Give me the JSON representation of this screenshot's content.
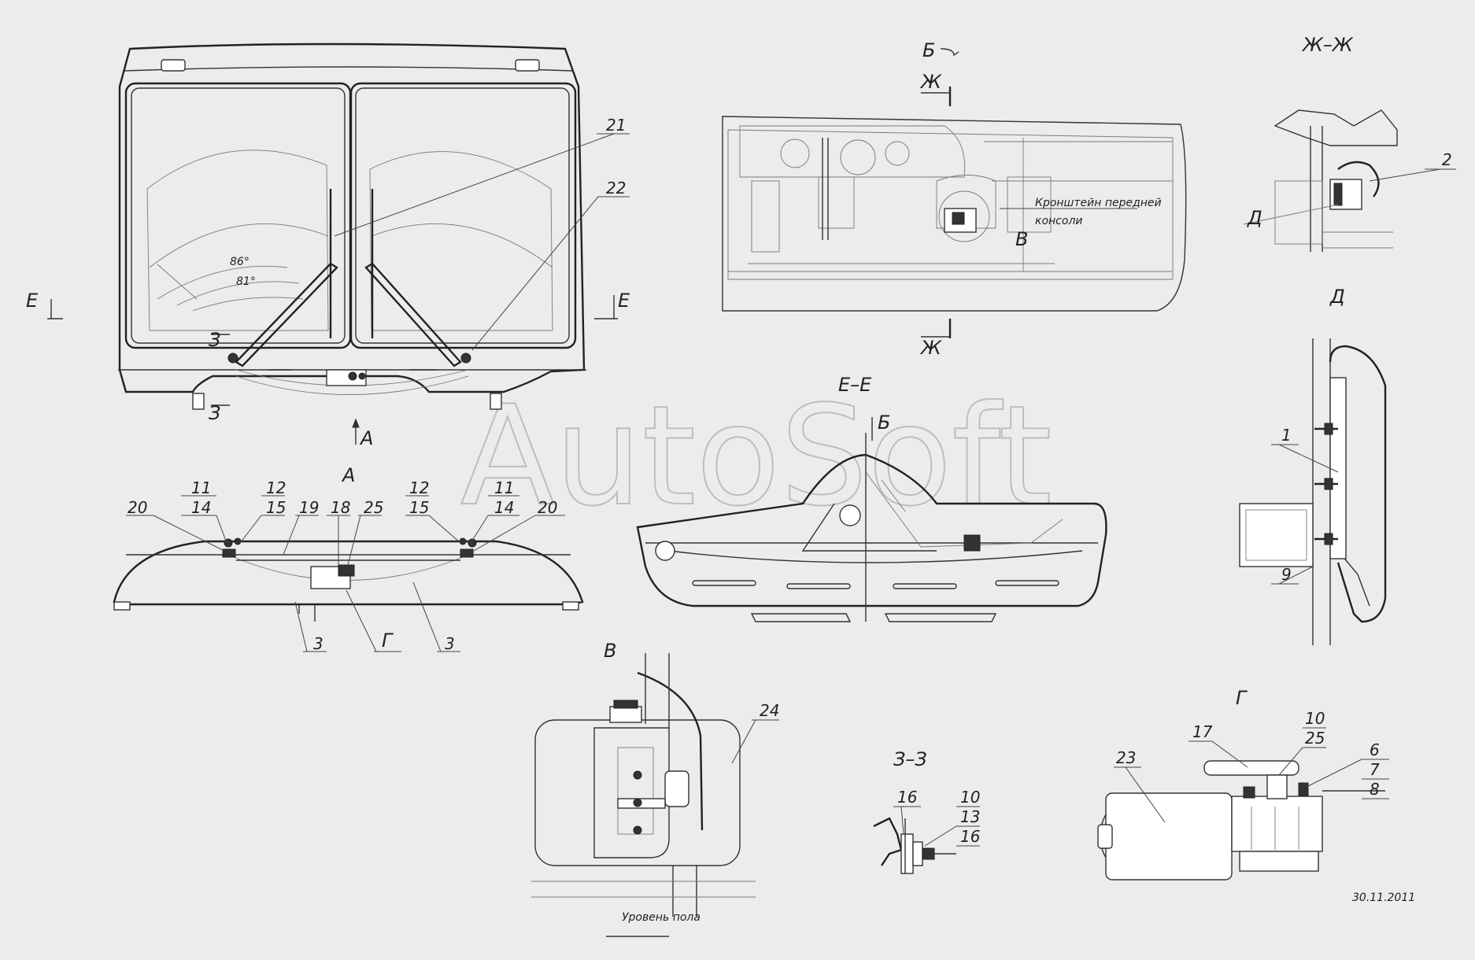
{
  "drawing": {
    "watermark": "AutoSoft",
    "date": "30.11.2011"
  },
  "views": {
    "front": {
      "label_A": "А",
      "label_E_left": "Е",
      "label_E_right": "Е",
      "label_Z_top": "З",
      "label_Z_bottom": "З",
      "angle_86": "86°",
      "angle_81": "81°"
    },
    "view_A": {
      "title": "А",
      "label_G": "Г"
    },
    "top_view": {
      "label_B_arrow": "Б",
      "label_Zh_top": "Ж",
      "label_Zh_bottom": "Ж",
      "label_V": "В",
      "note_line1": "Кронштейн передней",
      "note_line2": "консоли"
    },
    "section_ZhZh": {
      "title": "Ж–Ж",
      "label_D": "Д"
    },
    "detail_D": {
      "title": "Д"
    },
    "section_EE": {
      "title": "Е–Е",
      "label_B": "Б"
    },
    "detail_V": {
      "title": "В",
      "floor_note": "Уровень пола"
    },
    "section_ZZ": {
      "title": "З–З"
    },
    "detail_G": {
      "title": "Г"
    }
  },
  "callouts": {
    "c21": "21",
    "c22": "22",
    "a11L": "11",
    "a14L": "14",
    "a12L": "12",
    "a15L": "15",
    "a20L": "20",
    "a19": "19",
    "a18": "18",
    "a25": "25",
    "a12R": "12",
    "a15R": "15",
    "a11R": "11",
    "a14R": "14",
    "a20R": "20",
    "a3L": "3",
    "a3R": "3",
    "zh2": "2",
    "d1": "1",
    "d9": "9",
    "v24": "24",
    "zz16a": "16",
    "zz10": "10",
    "zz13": "13",
    "zz16b": "16",
    "g17": "17",
    "g10": "10",
    "g25": "25",
    "g23": "23",
    "g6": "6",
    "g7": "7",
    "g8": "8"
  }
}
